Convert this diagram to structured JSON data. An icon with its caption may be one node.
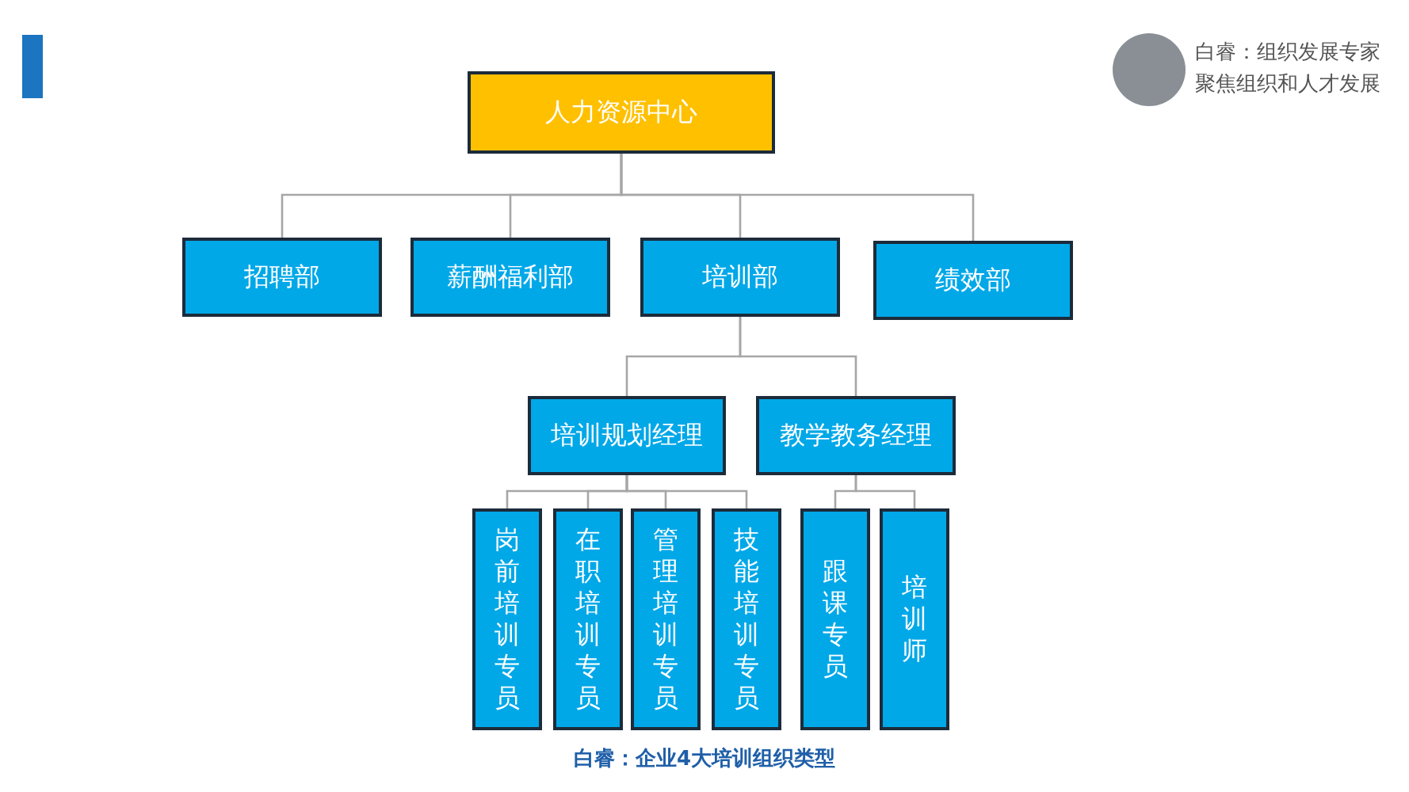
{
  "diagram": {
    "caption": "白睿：企业4大培训组织类型",
    "nodes": [
      {
        "text": [
          "人力资源中心"
        ]
      },
      {
        "text": [
          "招聘部"
        ]
      },
      {
        "text": [
          "薪酬福利部"
        ]
      },
      {
        "text": [
          "培训部"
        ]
      },
      {
        "text": [
          "绩效部"
        ]
      },
      {
        "text": [
          "培训规划经理"
        ]
      },
      {
        "text": [
          "教学教务经理"
        ]
      },
      {
        "text": [
          "岗前培训专员"
        ]
      },
      {
        "text": [
          "在职培训专员"
        ]
      },
      {
        "text": [
          "管理培训专员"
        ]
      },
      {
        "text": [
          "技能培训专员"
        ]
      },
      {
        "text": [
          "跟课专员"
        ]
      },
      {
        "text": [
          "培训师"
        ]
      }
    ],
    "edges": [
      {
        "from": 0,
        "to": 1,
        "arrow": "none"
      },
      {
        "from": 0,
        "to": 2,
        "arrow": "none"
      },
      {
        "from": 0,
        "to": 3,
        "arrow": "none"
      },
      {
        "from": 0,
        "to": 4,
        "arrow": "none"
      },
      {
        "from": 3,
        "to": 5,
        "arrow": "none"
      },
      {
        "from": 3,
        "to": 6,
        "arrow": "none"
      },
      {
        "from": 5,
        "to": 7,
        "arrow": "none"
      },
      {
        "from": 5,
        "to": 8,
        "arrow": "none"
      },
      {
        "from": 5,
        "to": 9,
        "arrow": "none"
      },
      {
        "from": 5,
        "to": 10,
        "arrow": "none"
      },
      {
        "from": 6,
        "to": 11,
        "arrow": "none"
      },
      {
        "from": 6,
        "to": 12,
        "arrow": "none"
      }
    ],
    "labels": [
      "白睿：组织发展专家",
      "聚焦组织和人才发展"
    ]
  }
}
